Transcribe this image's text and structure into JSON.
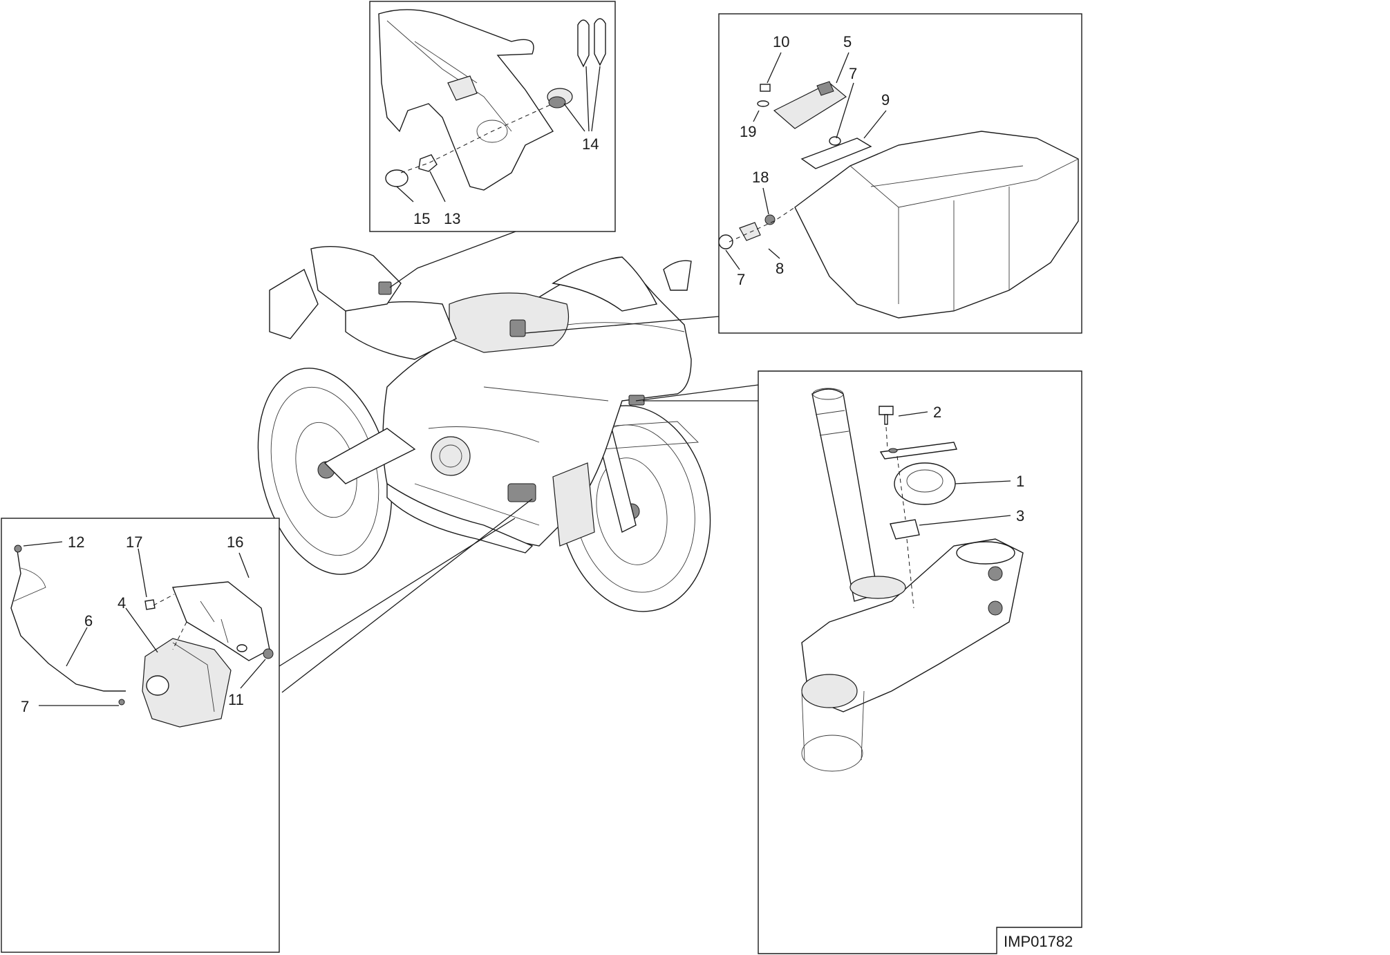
{
  "diagram": {
    "drawing_code": "IMP01782",
    "callouts": {
      "ignition_panel": [
        "14",
        "15",
        "13"
      ],
      "battery_panel": [
        "10",
        "5",
        "7",
        "9",
        "19",
        "18",
        "7",
        "8"
      ],
      "horn_panel": [
        "2",
        "1",
        "3"
      ],
      "ecu_panel": [
        "12",
        "17",
        "16",
        "4",
        "6",
        "7",
        "11"
      ]
    }
  }
}
